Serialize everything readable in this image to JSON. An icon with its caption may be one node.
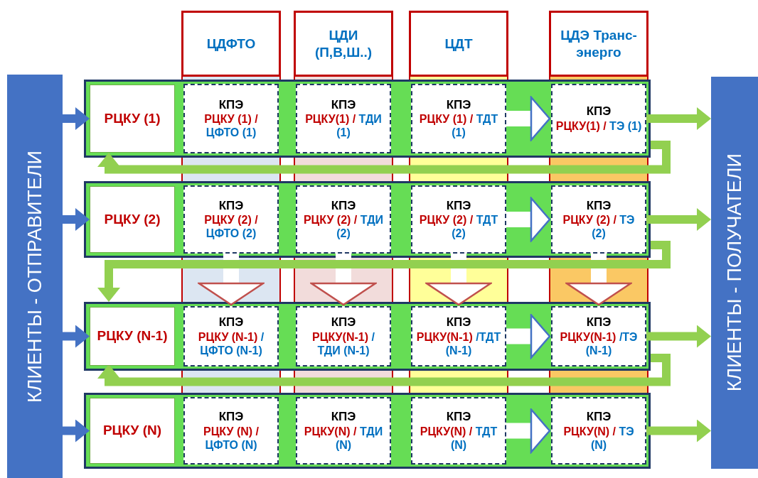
{
  "diagram": {
    "nodes": [
      {
        "text": [
          "КЛИЕНТЫ - ОТПРАВИТЕЛИ"
        ]
      },
      {
        "text": [
          "ЦДФТО"
        ]
      },
      {
        "text": [
          "ЦДИ (П,В,Ш..)"
        ]
      },
      {
        "text": [
          "ЦДТ"
        ]
      },
      {
        "text": [
          "ЦДЭ Транс-энерго"
        ]
      },
      {
        "text": [
          "КЛИЕНТЫ - ПОЛУЧАТЕЛИ"
        ]
      },
      {
        "text": [],
        "shape": "bar"
      },
      {
        "text": [
          "РЦКУ (1)"
        ],
        "in": 6
      },
      {
        "text": [
          "КПЭ",
          "РЦКУ (1) /",
          "ЦФТО (1)"
        ],
        "in": 6
      },
      {
        "text": [
          "КПЭ",
          "РЦКУ(1) /",
          "ТДИ (1)"
        ],
        "in": 6
      },
      {
        "text": [
          "КПЭ",
          "РЦКУ (1) /",
          "ТДТ (1)"
        ],
        "in": 6
      },
      {
        "text": [
          "КПЭ",
          "РЦКУ(1) /",
          "ТЭ (1)"
        ],
        "in": 6
      },
      {
        "text": [],
        "shape": "bar"
      },
      {
        "text": [
          "РЦКУ (2)"
        ],
        "in": 12
      },
      {
        "text": [
          "КПЭ",
          "РЦКУ (2) /",
          "ЦФТО (2)"
        ],
        "in": 12
      },
      {
        "text": [
          "КПЭ",
          "РЦКУ (2) /",
          "ТДИ (2)"
        ],
        "in": 12
      },
      {
        "text": [
          "КПЭ",
          "РЦКУ (2) /",
          "ТДТ (2)"
        ],
        "in": 12
      },
      {
        "text": [
          "КПЭ",
          "РЦКУ (2) /",
          "ТЭ (2)"
        ],
        "in": 12
      },
      {
        "text": [],
        "shape": "bar"
      },
      {
        "text": [
          "РЦКУ (N-1)"
        ],
        "in": 18
      },
      {
        "text": [
          "КПЭ",
          "РЦКУ (N-1)",
          "/ ЦФТО (N-1)"
        ],
        "in": 18
      },
      {
        "text": [
          "КПЭ",
          "РЦКУ(N-1)",
          "/ ТДИ (N-1)"
        ],
        "in": 18
      },
      {
        "text": [
          "КПЭ",
          "РЦКУ(N-1)",
          "/ТДТ (N-1)"
        ],
        "in": 18
      },
      {
        "text": [
          "КПЭ",
          "РЦКУ(N-1)",
          "/ТЭ (N-1)"
        ],
        "in": 18
      },
      {
        "text": [],
        "shape": "bar"
      },
      {
        "text": [
          "РЦКУ (N)"
        ],
        "in": 24
      },
      {
        "text": [
          "КПЭ",
          "РЦКУ (N) /",
          "ЦФТО (N)"
        ],
        "in": 24
      },
      {
        "text": [
          "КПЭ",
          "РЦКУ(N) /",
          "ТДИ (N)"
        ],
        "in": 24
      },
      {
        "text": [
          "КПЭ",
          "РЦКУ(N) /",
          "ТДТ (N)"
        ],
        "in": 24
      },
      {
        "text": [
          "КПЭ",
          "РЦКУ(N) /",
          "ТЭ (N)"
        ],
        "in": 24
      }
    ],
    "edges": [
      {
        "from": 0,
        "to": 7,
        "arrow": "to",
        "color": "#4472c4"
      },
      {
        "from": 0,
        "to": 13,
        "arrow": "to",
        "color": "#4472c4"
      },
      {
        "from": 0,
        "to": 19,
        "arrow": "to",
        "color": "#4472c4"
      },
      {
        "from": 0,
        "to": 25,
        "arrow": "to",
        "color": "#4472c4"
      },
      {
        "from": 10,
        "to": 11,
        "arrow": "to",
        "style": "thick",
        "color": "#ffffff"
      },
      {
        "from": 16,
        "to": 17,
        "arrow": "to",
        "style": "thick",
        "color": "#ffffff"
      },
      {
        "from": 22,
        "to": 23,
        "arrow": "to",
        "style": "thick",
        "color": "#ffffff"
      },
      {
        "from": 28,
        "to": 29,
        "arrow": "to",
        "style": "thick",
        "color": "#ffffff"
      },
      {
        "from": 14,
        "to": 20,
        "arrow": "to",
        "style": "thick",
        "color": "#ffffff"
      },
      {
        "from": 15,
        "to": 21,
        "arrow": "to",
        "style": "thick",
        "color": "#ffffff"
      },
      {
        "from": 16,
        "to": 22,
        "arrow": "to",
        "style": "thick",
        "color": "#ffffff"
      },
      {
        "from": 17,
        "to": 23,
        "arrow": "to",
        "style": "thick",
        "color": "#ffffff"
      },
      {
        "from": 11,
        "to": 5,
        "arrow": "to",
        "color": "#92d050"
      },
      {
        "from": 17,
        "to": 5,
        "arrow": "to",
        "color": "#92d050"
      },
      {
        "from": 23,
        "to": 5,
        "arrow": "to",
        "color": "#92d050"
      },
      {
        "from": 29,
        "to": 5,
        "arrow": "to",
        "color": "#92d050"
      },
      {
        "from": 6,
        "to": 12,
        "arrow": "to",
        "color": "#92d050"
      },
      {
        "from": 12,
        "to": 18,
        "arrow": "to",
        "color": "#92d050"
      },
      {
        "from": 18,
        "to": 24,
        "arrow": "to",
        "color": "#92d050"
      }
    ]
  }
}
